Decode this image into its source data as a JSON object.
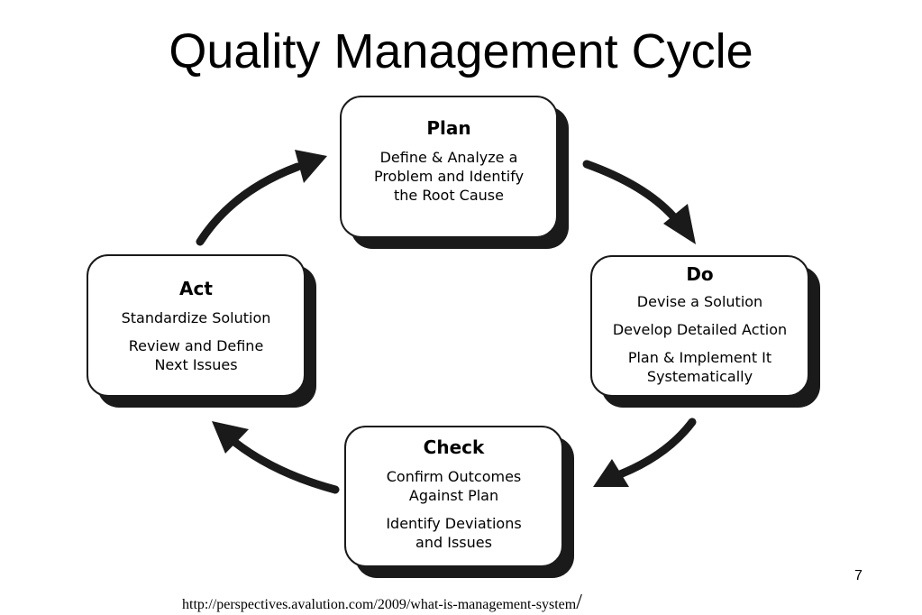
{
  "title": "Quality Management Cycle",
  "stages": {
    "plan": {
      "heading": "Plan",
      "lines": [
        "Define & Analyze a",
        "Problem and Identify",
        "the Root Cause"
      ]
    },
    "do": {
      "heading": "Do",
      "lines": [
        "Devise a Solution",
        "Develop Detailed Action",
        "Plan & Implement It",
        "Systematically"
      ]
    },
    "check": {
      "heading": "Check",
      "lines": [
        "Confirm Outcomes",
        "Against Plan",
        "Identify Deviations",
        "and Issues"
      ]
    },
    "act": {
      "heading": "Act",
      "lines": [
        "Standardize Solution",
        "Review and Define",
        "Next Issues"
      ]
    }
  },
  "page_number": "7",
  "source_url": "http://perspectives.avalution.com/2009/what-is-management-system",
  "source_trailing": "/",
  "colors": {
    "stroke": "#1a1a1a",
    "background": "#ffffff"
  }
}
